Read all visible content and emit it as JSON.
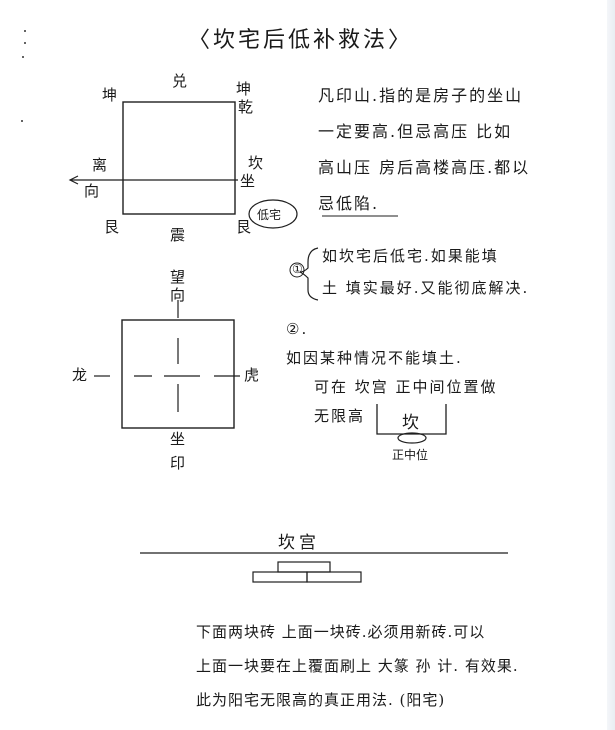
{
  "title": "〈坎宅后低补救法〉",
  "diagram1": {
    "top_left": "坤",
    "top_center": "兑",
    "top_right_upper": "坤",
    "top_right_lower": "乾",
    "left_mid_upper": "离",
    "left_mid_lower": "向",
    "right_mid_upper": "坎",
    "right_mid_lower": "坐",
    "bottom_left": "艮",
    "bottom_center": "震",
    "bottom_right": "艮",
    "circled": "低宅"
  },
  "note1": {
    "lines": [
      "凡印山.指的是房子的坐山",
      "一定要高.但忌高压 比如",
      "高山压 房后高楼高压.都以",
      "忌低陷."
    ]
  },
  "note2": {
    "number": "①",
    "lines": [
      "如坎宅后低宅.如果能填",
      "土 填实最好.又能彻底解决."
    ]
  },
  "note3": {
    "number": "②.",
    "lines": [
      "如因某种情况不能填土.",
      "可在 坎宫 正中间位置做",
      "无限高"
    ]
  },
  "diagram2": {
    "top_upper": "望",
    "top_lower": "向",
    "left": "龙",
    "right": "虎",
    "bottom_upper": "坐",
    "bottom_lower": "印"
  },
  "diagram3": {
    "label": "坎",
    "caption": "正中位"
  },
  "diagram4": {
    "label": "坎宫"
  },
  "note4": {
    "lines": [
      "下面两块砖 上面一块砖.必须用新砖.可以",
      "上面一块要在上覆面刷上 大篆 孙 计. 有效果.",
      "此为阳宅无限高的真正用法. (阳宅)"
    ]
  }
}
